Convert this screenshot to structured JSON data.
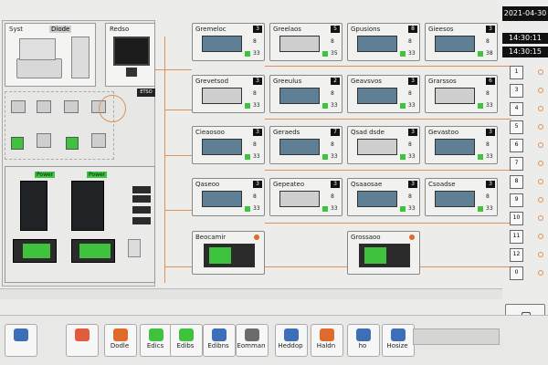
{
  "header": {
    "date": "2021-04-30",
    "time1": "14:30:11",
    "time2": "14:30:15"
  },
  "left_panel": {
    "top_box_label": "Syst",
    "tag_label": "Diode",
    "monitor_label": "Redso",
    "rack_label_1": "Power",
    "rack_label_2": "Power",
    "net_button": "ETSO"
  },
  "devices": [
    {
      "name": "Gremeloc",
      "id": "3",
      "val": "8",
      "val2": "33"
    },
    {
      "name": "Greelaos",
      "id": "5",
      "val": "8",
      "val2": "35"
    },
    {
      "name": "Gpusions",
      "id": "8",
      "val": "8",
      "val2": "33"
    },
    {
      "name": "Gieesos",
      "id": "3",
      "val": "8",
      "val2": "38"
    },
    {
      "name": "Grevetsod",
      "id": "3",
      "val": "8",
      "val2": "33"
    },
    {
      "name": "Greeulus",
      "id": "2",
      "val": "8",
      "val2": "33"
    },
    {
      "name": "Geavsvos",
      "id": "3",
      "val": "8",
      "val2": "33"
    },
    {
      "name": "Grarssos",
      "id": "6",
      "val": "8",
      "val2": "33"
    },
    {
      "name": "Cieaosoo",
      "id": "3",
      "val": "8",
      "val2": "33"
    },
    {
      "name": "Geraeds",
      "id": "7",
      "val": "8",
      "val2": "33"
    },
    {
      "name": "Qsad dsde",
      "id": "3",
      "val": "8",
      "val2": "33"
    },
    {
      "name": "Gevastoo",
      "id": "3",
      "val": "8",
      "val2": "33"
    },
    {
      "name": "Qaseoo",
      "id": "3",
      "val": "8",
      "val2": "33"
    },
    {
      "name": "Gepeateo",
      "id": "3",
      "val": "8",
      "val2": "33"
    },
    {
      "name": "Qsaaosae",
      "id": "3",
      "val": "8",
      "val2": "33"
    },
    {
      "name": "Csoadse",
      "id": "3",
      "val": "8",
      "val2": "33"
    }
  ],
  "controllers": [
    {
      "name": "Beocamir"
    },
    {
      "name": "Grossaoo"
    }
  ],
  "status_column": [
    "1",
    "3",
    "4",
    "5",
    "6",
    "7",
    "8",
    "9",
    "10",
    "11",
    "12",
    "0"
  ],
  "toolbar": {
    "buttons": [
      "",
      "",
      "Dodle",
      "Edics",
      "Edibs",
      "Edibns",
      "Eomman",
      "Heddop",
      "Haldn",
      "ho",
      "Hosize"
    ]
  },
  "colors": {
    "accent_green": "#3fc33f",
    "accent_orange": "#e06a2a",
    "wire": "#e2905a"
  }
}
